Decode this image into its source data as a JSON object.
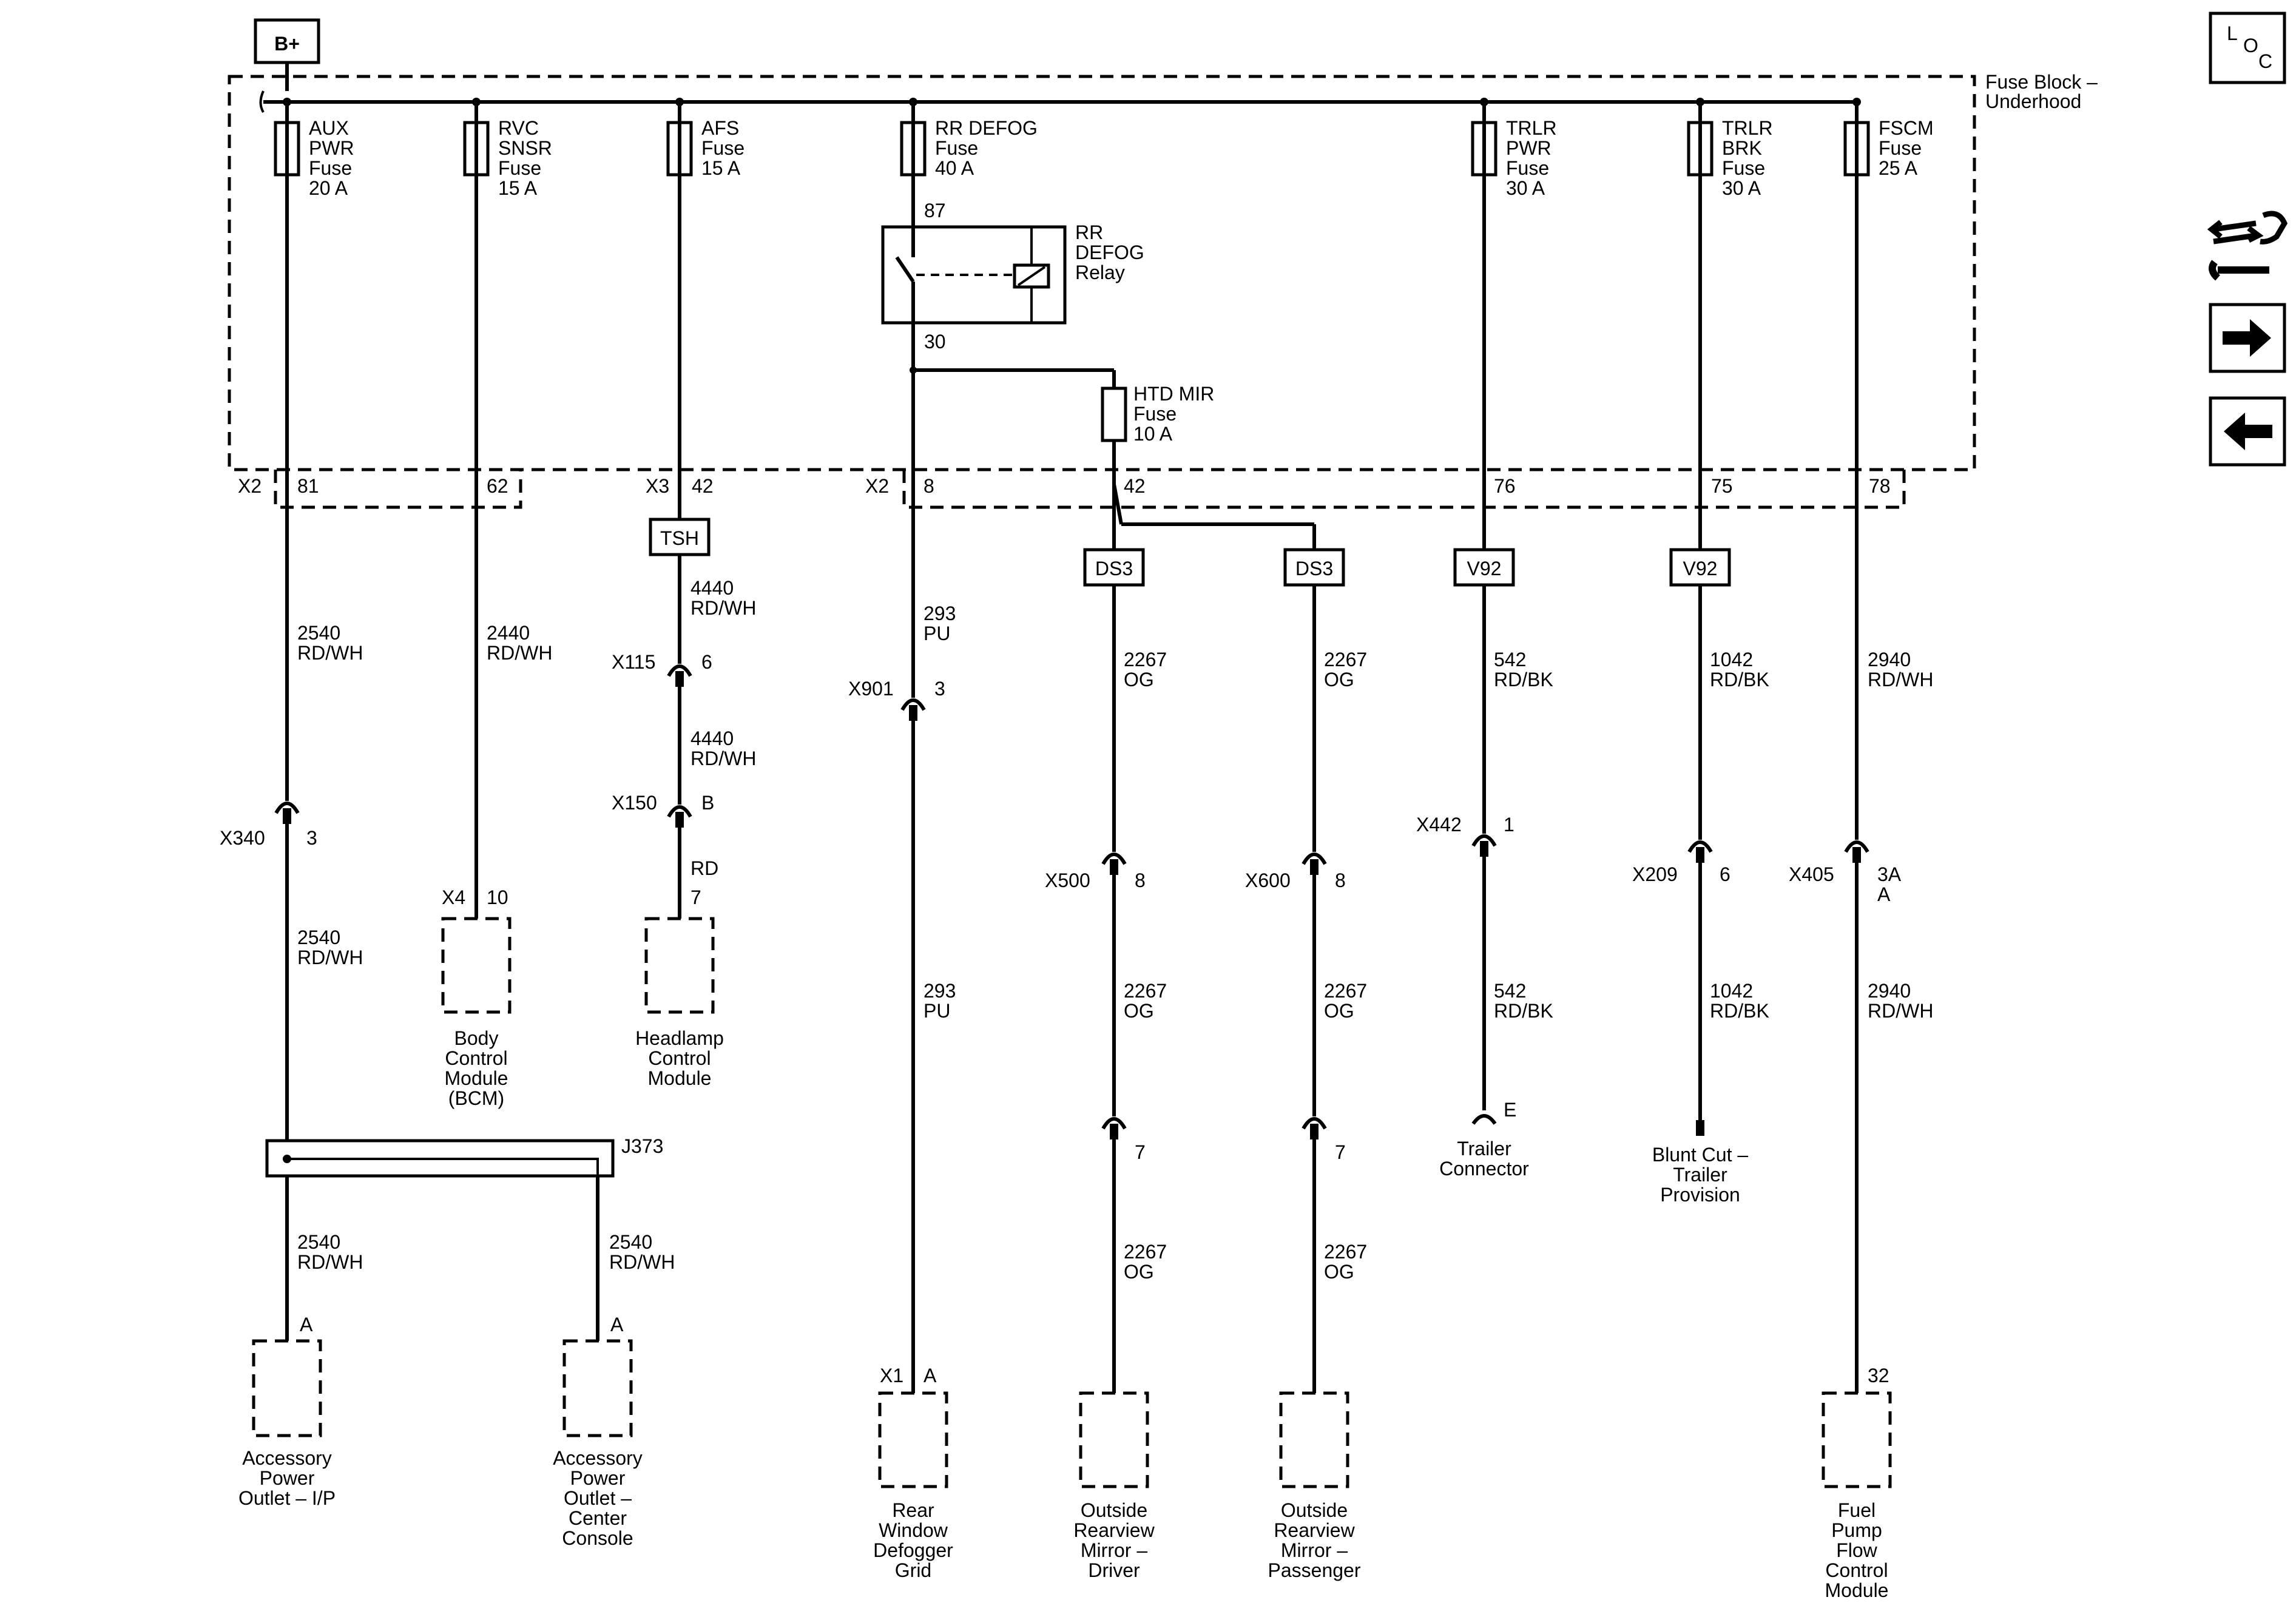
{
  "battery": {
    "label": "B+"
  },
  "fuse_block": {
    "title": [
      "Fuse Block –",
      "Underhood"
    ]
  },
  "fuses": [
    {
      "lines": [
        "AUX",
        "PWR",
        "Fuse",
        "20 A"
      ]
    },
    {
      "lines": [
        "RVC",
        "SNSR",
        "Fuse",
        "15 A"
      ]
    },
    {
      "lines": [
        "AFS",
        "Fuse",
        "15 A"
      ]
    },
    {
      "lines": [
        "RR DEFOG",
        "Fuse",
        "40 A"
      ]
    },
    {
      "lines": [
        "TRLR",
        "PWR",
        "Fuse",
        "30 A"
      ]
    },
    {
      "lines": [
        "TRLR",
        "BRK",
        "Fuse",
        "30 A"
      ]
    },
    {
      "lines": [
        "FSCM",
        "Fuse",
        "25 A"
      ]
    }
  ],
  "relay": {
    "lines": [
      "RR",
      "DEFOG",
      "Relay"
    ],
    "pin_in": "87",
    "pin_out": "30"
  },
  "htd_mir_fuse": {
    "lines": [
      "HTD MIR",
      "Fuse",
      "10 A"
    ]
  },
  "block_connectors": {
    "x2_left": "X2",
    "p81": "81",
    "p62": "62",
    "x3": "X3",
    "p42_afs": "42",
    "x2_right": "X2",
    "p8": "8",
    "p42_mir": "42",
    "p76": "76",
    "p75": "75",
    "p78": "78"
  },
  "option_boxes": {
    "tsh": "TSH",
    "ds3_driver": "DS3",
    "ds3_pass": "DS3",
    "v92_pwr": "V92",
    "v92_brk": "V92"
  },
  "wires": {
    "w2540_a": [
      "2540",
      "RD/WH"
    ],
    "w2540_b": [
      "2540",
      "RD/WH"
    ],
    "w2540_c": [
      "2540",
      "RD/WH"
    ],
    "w2540_d": [
      "2540",
      "RD/WH"
    ],
    "w2440": [
      "2440",
      "RD/WH"
    ],
    "w4440_a": [
      "4440",
      "RD/WH"
    ],
    "w4440_b": [
      "4440",
      "RD/WH"
    ],
    "wRD": [
      "RD"
    ],
    "w293_a": [
      "293",
      "PU"
    ],
    "w293_b": [
      "293",
      "PU"
    ],
    "w2267_d1": [
      "2267",
      "OG"
    ],
    "w2267_d2": [
      "2267",
      "OG"
    ],
    "w2267_d3": [
      "2267",
      "OG"
    ],
    "w2267_p1": [
      "2267",
      "OG"
    ],
    "w2267_p2": [
      "2267",
      "OG"
    ],
    "w2267_p3": [
      "2267",
      "OG"
    ],
    "w542_a": [
      "542",
      "RD/BK"
    ],
    "w542_b": [
      "542",
      "RD/BK"
    ],
    "w1042_a": [
      "1042",
      "RD/BK"
    ],
    "w1042_b": [
      "1042",
      "RD/BK"
    ],
    "w2940_a": [
      "2940",
      "RD/WH"
    ],
    "w2940_b": [
      "2940",
      "RD/WH"
    ]
  },
  "inline_connectors": {
    "x340": {
      "name": "X340",
      "pin": "3"
    },
    "x115": {
      "name": "X115",
      "pin": "6"
    },
    "x150": {
      "name": "X150",
      "pin": "B"
    },
    "x901": {
      "name": "X901",
      "pin": "3"
    },
    "x500": {
      "name": "X500",
      "pin": "8"
    },
    "x600": {
      "name": "X600",
      "pin": "8"
    },
    "x442": {
      "name": "X442",
      "pin": "1"
    },
    "x209": {
      "name": "X209",
      "pin": "6"
    },
    "x405": {
      "name": "X405",
      "pin": [
        "3A",
        "A"
      ]
    },
    "mirror_driver_7": {
      "pin": "7"
    },
    "mirror_pass_7": {
      "pin": "7"
    }
  },
  "splice": {
    "name": "J373"
  },
  "components": {
    "bcm": {
      "connector": "X4",
      "pin": "10",
      "lines": [
        "Body",
        "Control",
        "Module",
        "(BCM)"
      ]
    },
    "headlamp": {
      "pin": "7",
      "lines": [
        "Headlamp",
        "Control",
        "Module"
      ]
    },
    "outlet_ip": {
      "pin": "A",
      "lines": [
        "Accessory",
        "Power",
        "Outlet – I/P"
      ]
    },
    "outlet_console": {
      "pin": "A",
      "lines": [
        "Accessory",
        "Power",
        "Outlet –",
        "Center",
        "Console"
      ]
    },
    "defogger": {
      "connector": "X1",
      "pin": "A",
      "lines": [
        "Rear",
        "Window",
        "Defogger",
        "Grid"
      ]
    },
    "mirror_driver": {
      "lines": [
        "Outside",
        "Rearview",
        "Mirror –",
        "Driver"
      ]
    },
    "mirror_pass": {
      "lines": [
        "Outside",
        "Rearview",
        "Mirror –",
        "Passenger"
      ]
    },
    "trailer_connector": {
      "pin": "E",
      "lines": [
        "Trailer",
        "Connector"
      ]
    },
    "blunt_cut": {
      "lines": [
        "Blunt Cut –",
        "Trailer",
        "Provision"
      ]
    },
    "fuel_pump": {
      "pin": "32",
      "lines": [
        "Fuel",
        "Pump",
        "Flow",
        "Control",
        "Module"
      ]
    }
  },
  "nav": {
    "loc": [
      "L",
      "O",
      "C"
    ],
    "icons": [
      "tools-icon",
      "arrow-right-icon",
      "arrow-left-icon"
    ]
  }
}
